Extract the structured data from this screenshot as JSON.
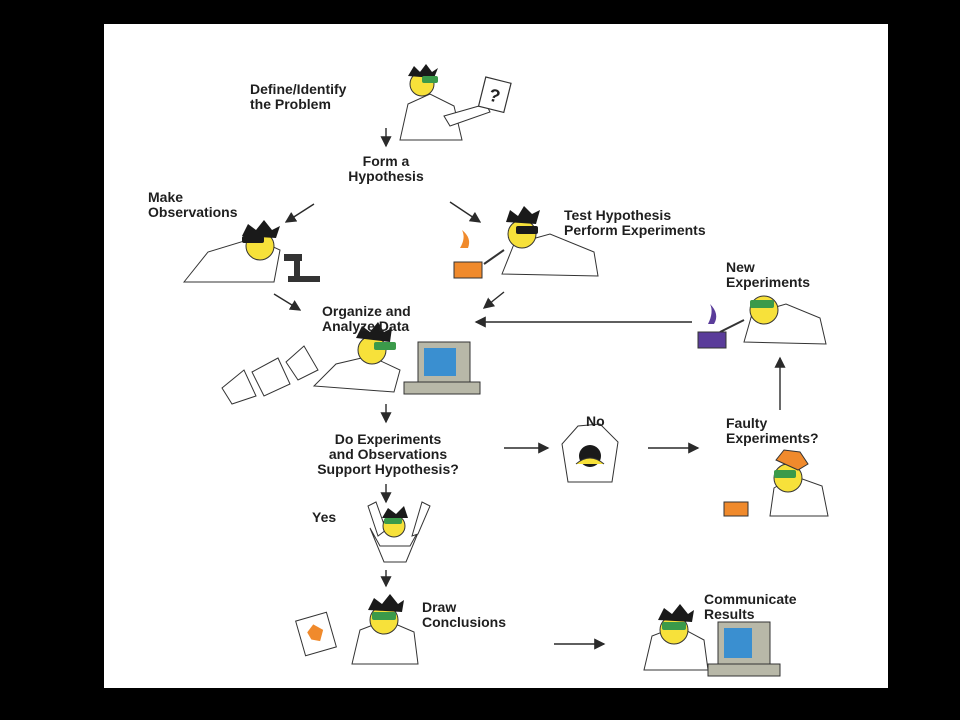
{
  "steps": {
    "define": "Define/Identify\nthe Problem",
    "hypothesis": "Form a\nHypothesis",
    "observe": "Make\nObservations",
    "test": "Test Hypothesis\nPerform Experiments",
    "organize": "Organize and\nAnalyze Data",
    "new_experiments": "New\nExperiments",
    "support": "Do Experiments\nand Observations\nSupport Hypothesis?",
    "no": "No",
    "faulty": "Faulty\nExperiments?",
    "yes": "Yes",
    "conclusions": "Draw\nConclusions",
    "communicate": "Communicate\nResults"
  },
  "glyphs": {
    "question_mark": "?"
  },
  "colors": {
    "skin": "#f7e13a",
    "goggles": "#3b9a4a",
    "hair": "#1a1a1a",
    "coat": "#ffffff",
    "beaker_orange": "#f08a2c",
    "beaker_purple": "#5a3c9a",
    "monitor": "#b8b8a8",
    "screen": "#3a8fd0",
    "arrow": "#2a2a2a"
  }
}
